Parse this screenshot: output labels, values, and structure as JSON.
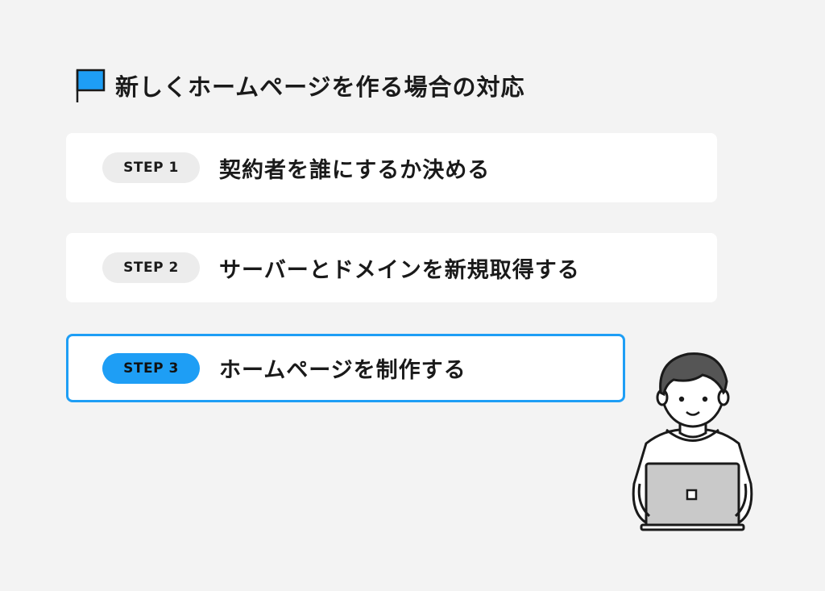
{
  "heading": {
    "icon": "flag-icon",
    "accent_color": "#1e9ef5",
    "text": "新しくホームページを作る場合の対応"
  },
  "steps": [
    {
      "badge": "STEP 1",
      "text": "契約者を誰にするか決める",
      "highlighted": false
    },
    {
      "badge": "STEP 2",
      "text": "サーバーとドメインを新規取得する",
      "highlighted": false
    },
    {
      "badge": "STEP 3",
      "text": "ホームページを制作する",
      "highlighted": true
    }
  ],
  "illustration": {
    "icon": "person-with-laptop-illustration"
  }
}
